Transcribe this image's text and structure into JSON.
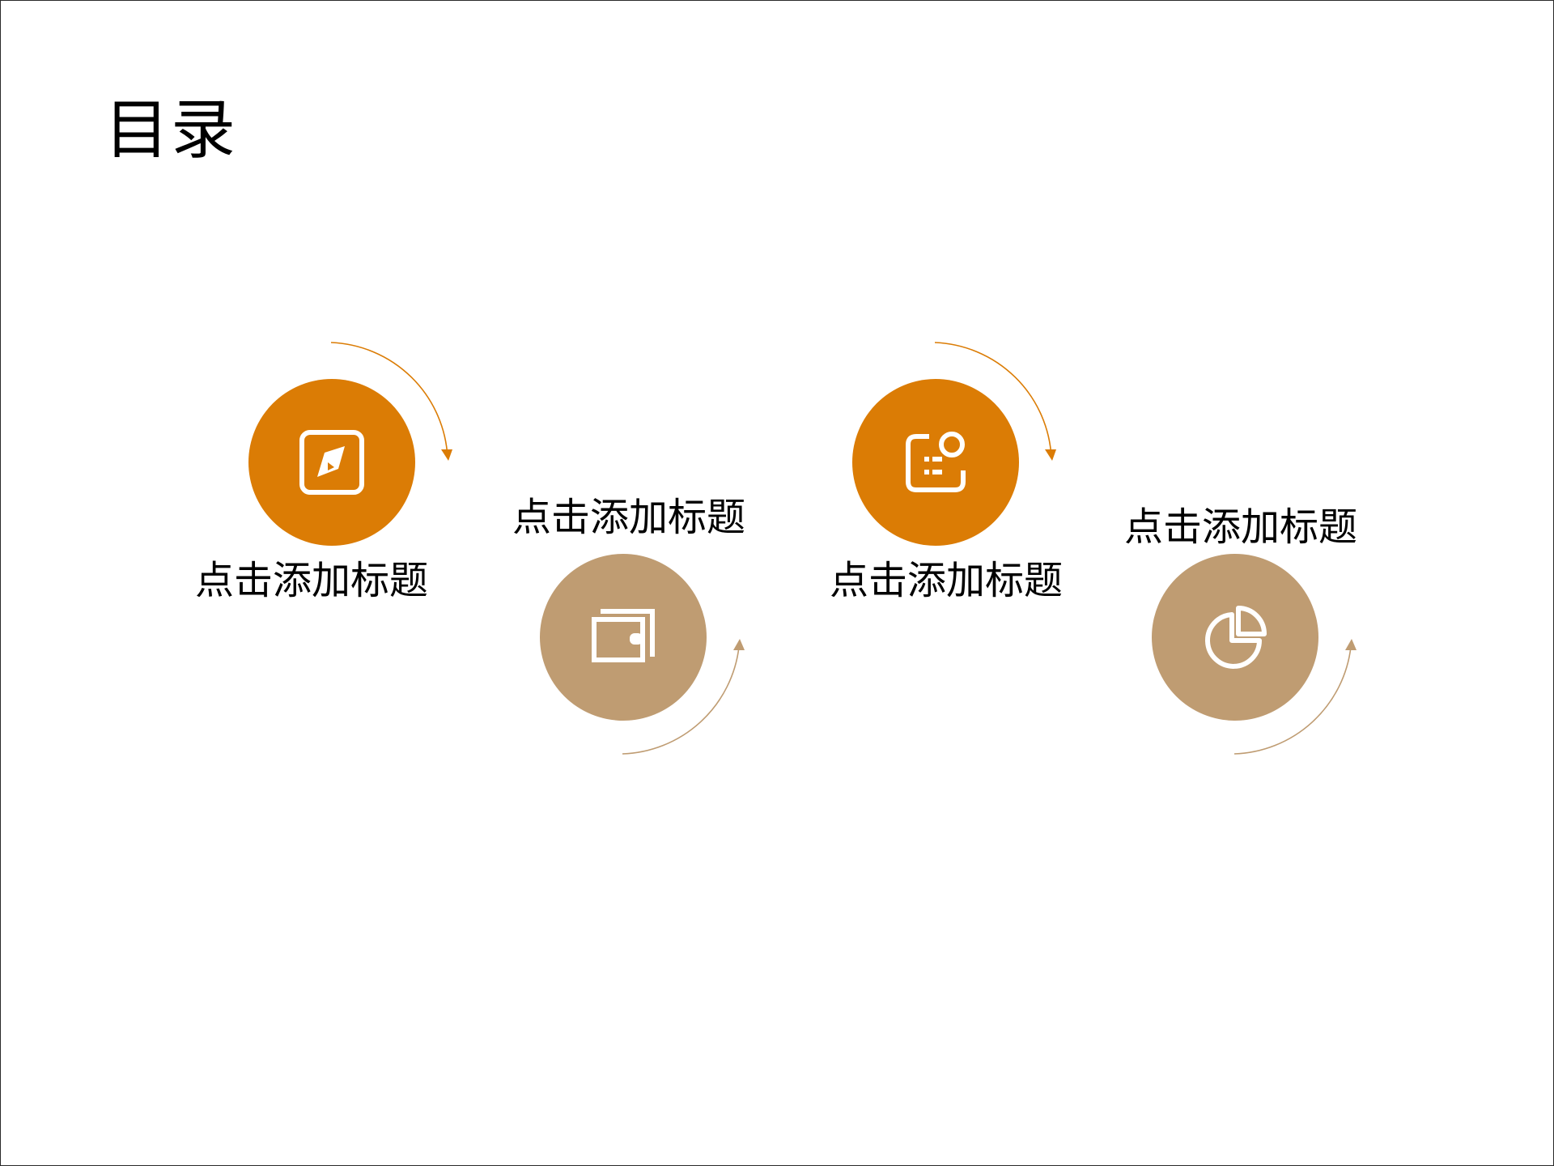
{
  "title": "目录",
  "colors": {
    "orange": "#DB7C05",
    "tan": "#BF9C72",
    "icon": "#FFFFFF"
  },
  "items": [
    {
      "label": "点击添加标题",
      "icon": "compass-icon",
      "color": "orange"
    },
    {
      "label": "点击添加标题",
      "icon": "wallet-icon",
      "color": "tan"
    },
    {
      "label": "点击添加标题",
      "icon": "profile-card-icon",
      "color": "orange"
    },
    {
      "label": "点击添加标题",
      "icon": "pie-chart-icon",
      "color": "tan"
    }
  ]
}
